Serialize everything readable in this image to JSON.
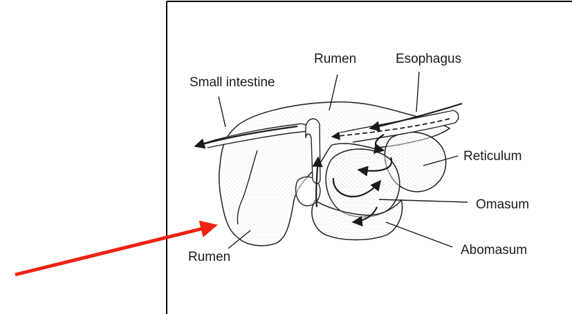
{
  "diagram": {
    "labels": {
      "rumen_top": "Rumen",
      "esophagus": "Esophagus",
      "small_intestine": "Small intestine",
      "reticulum": "Reticulum",
      "omasum": "Omasum",
      "abomasum": "Abomasum",
      "rumen_bottom": "Rumen"
    },
    "colors": {
      "frame": "#000000",
      "ink": "#1a1a1a",
      "pointer_arrow": "#ee2211"
    }
  }
}
